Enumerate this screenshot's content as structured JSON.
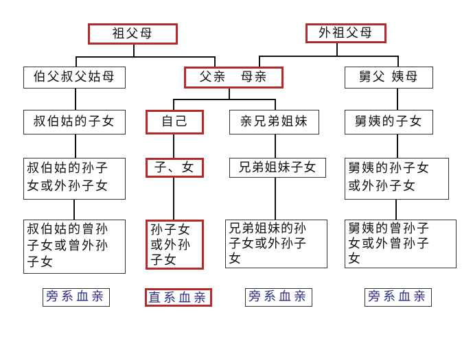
{
  "nodes": {
    "grandparents": "祖父母",
    "maternal_grandparents": "外祖父母",
    "paternal_uncles_aunts": "伯父叔父姑母",
    "parents": "父亲　母亲",
    "maternal_uncles_aunts": "舅父 姨母",
    "paternal_cousins": "叔伯姑的子女",
    "self": "自己",
    "siblings": "亲兄弟姐妹",
    "maternal_cousins": "舅姨的子女",
    "paternal_cousin_children": [
      "叔伯姑的孙子",
      "女或外孙子女"
    ],
    "children": "子、女",
    "sibling_children": "兄弟姐妹子女",
    "maternal_cousin_children": [
      "舅姨的孙子女",
      "或外孙子女"
    ],
    "paternal_cousin_grandchildren": [
      "叔伯姑的曾孙",
      "子女或曾外孙",
      "子女"
    ],
    "grandchildren": [
      "孙子女",
      "或外孙",
      "子女"
    ],
    "sibling_grandchildren": [
      "兄弟姐妹的孙",
      "子女或外孙子",
      "女"
    ],
    "maternal_cousin_grandchildren": [
      "舅姨的曾孙子",
      "女或外曾孙子",
      "女"
    ]
  },
  "categories": {
    "collateral_1": "旁系血亲",
    "lineal": "直系血亲",
    "collateral_2": "旁系血亲",
    "collateral_3": "旁系血亲"
  },
  "colors": {
    "lineal_border": "#b52a2a",
    "category_text": "#2a2a8a"
  }
}
